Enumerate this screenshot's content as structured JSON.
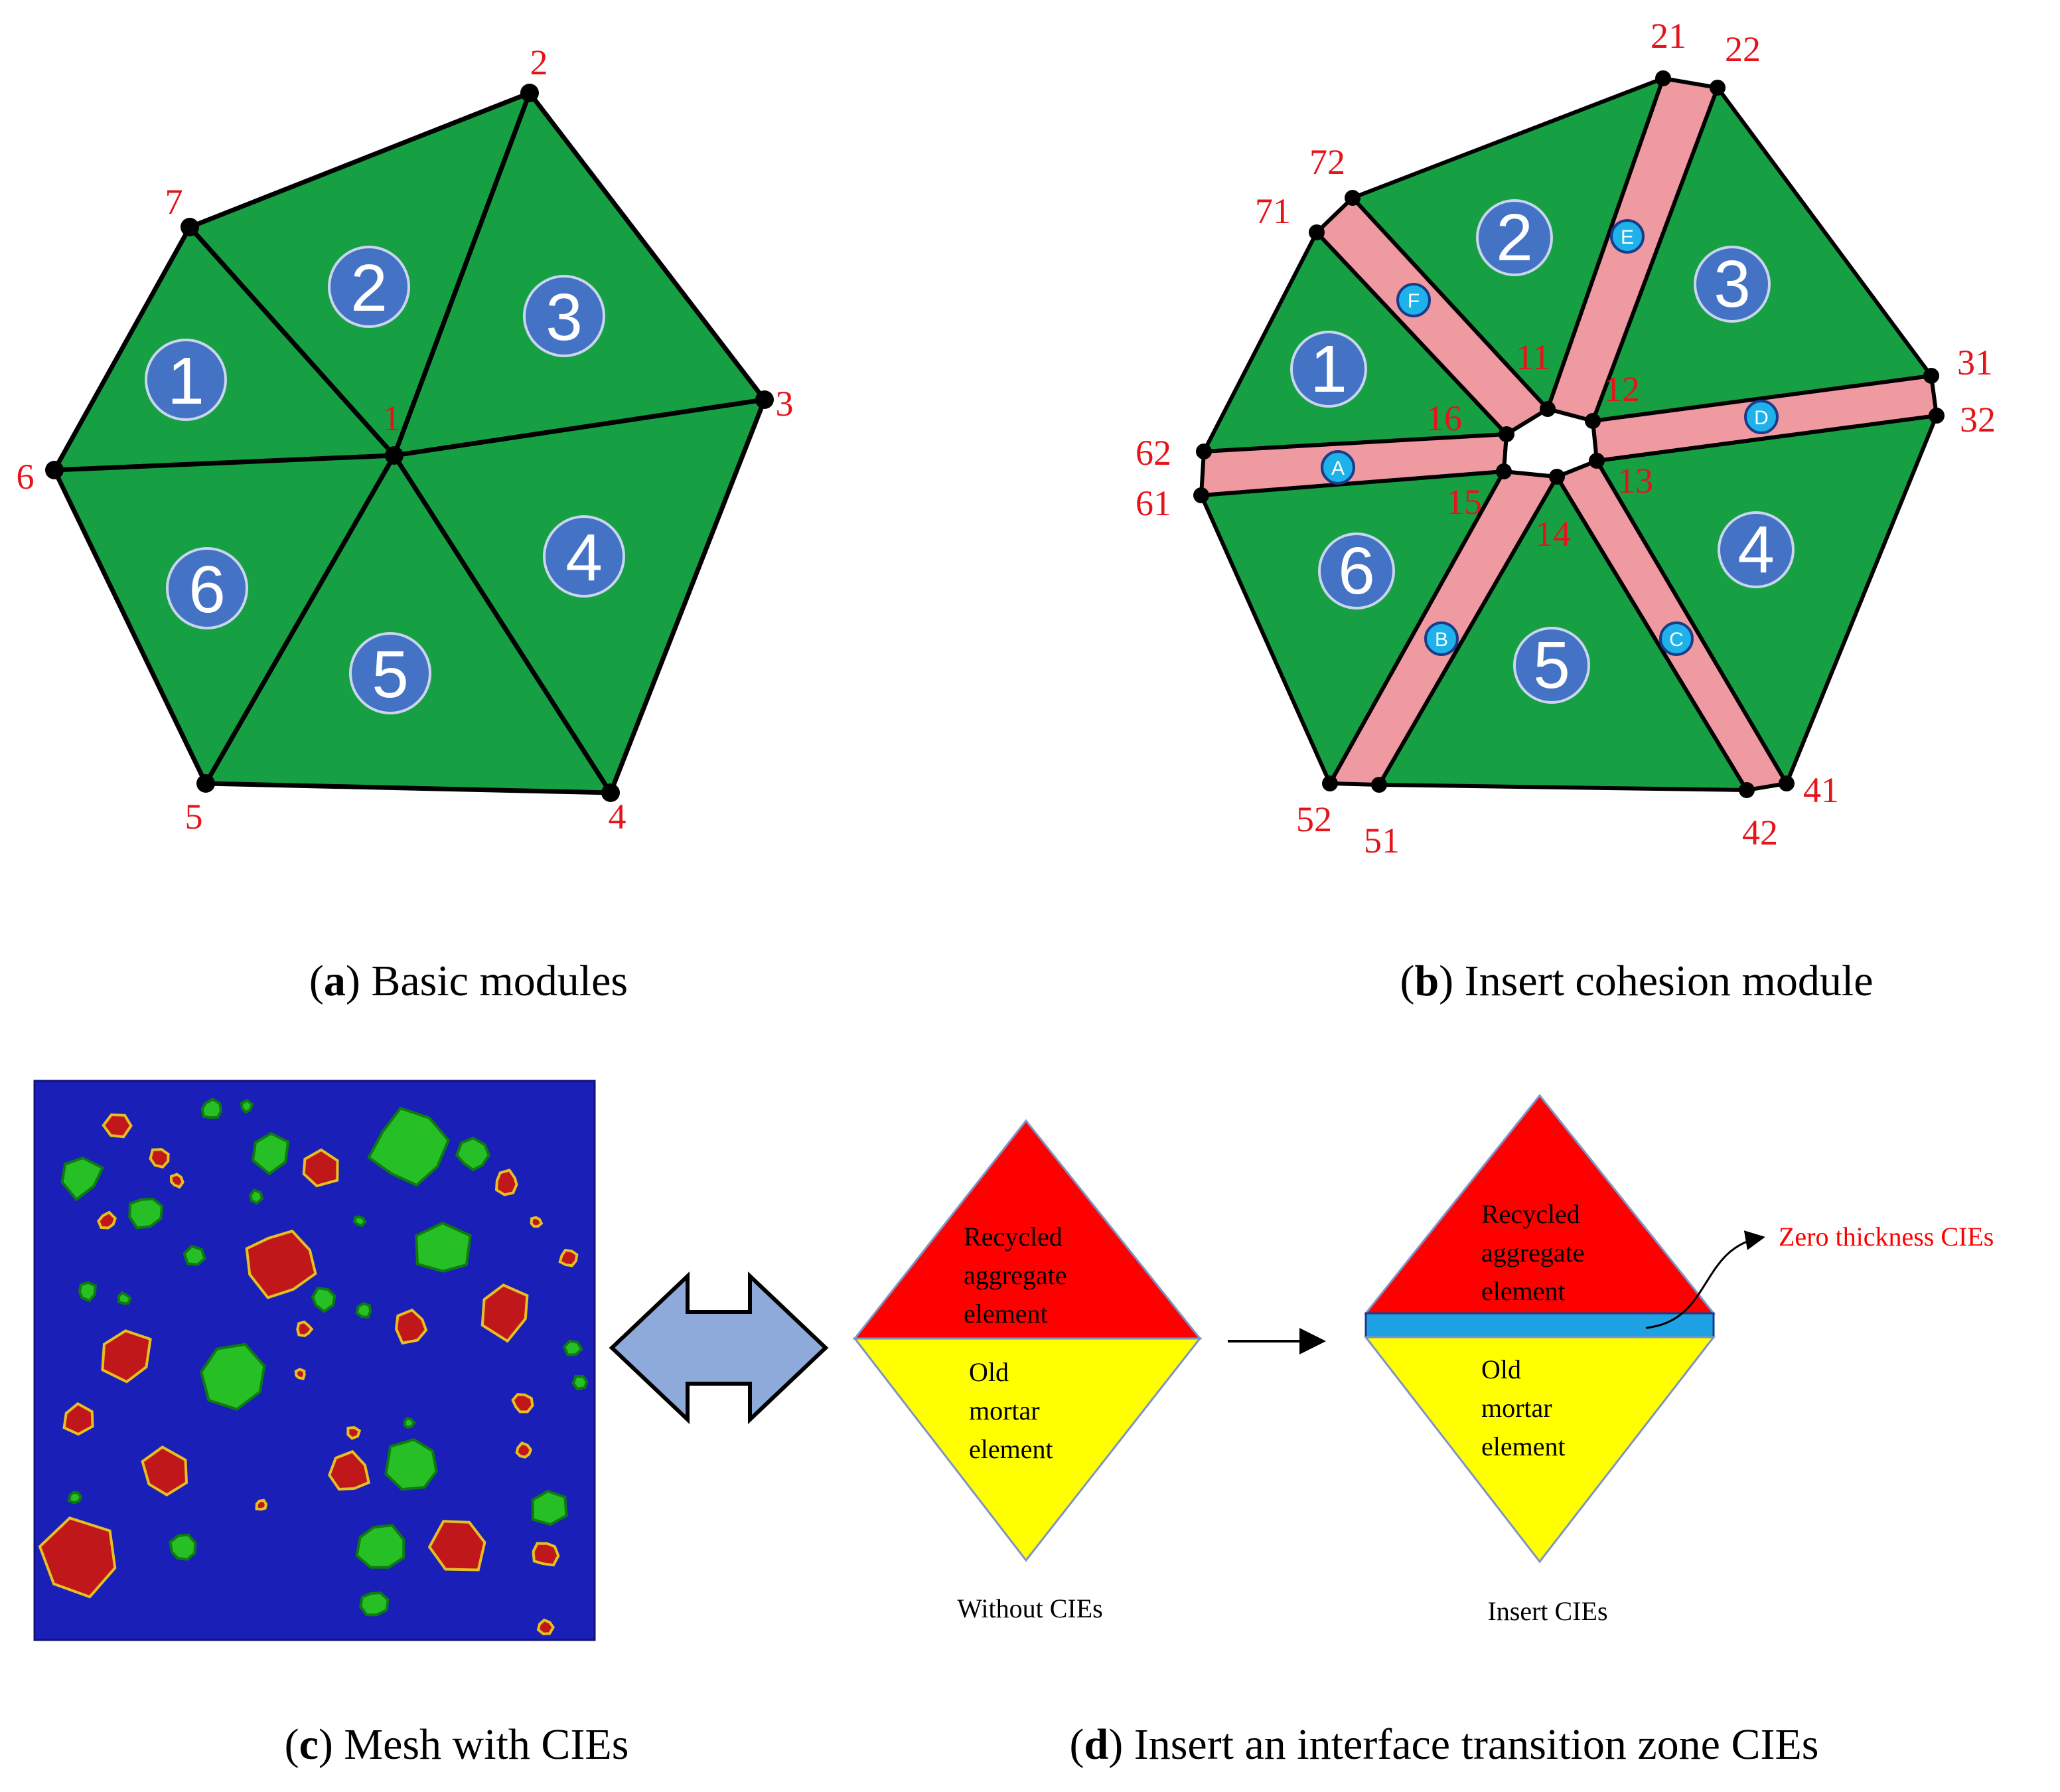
{
  "panel_a": {
    "node_labels": [
      "1",
      "2",
      "3",
      "4",
      "5",
      "6",
      "7"
    ],
    "triangle_numbers": [
      "1",
      "2",
      "3",
      "4",
      "5",
      "6"
    ],
    "caption": {
      "letter": "a",
      "text": "Basic modules"
    }
  },
  "panel_b": {
    "node_labels": [
      "11",
      "12",
      "13",
      "14",
      "15",
      "16",
      "21",
      "22",
      "31",
      "32",
      "41",
      "42",
      "51",
      "52",
      "61",
      "62",
      "71",
      "72"
    ],
    "triangle_numbers": [
      "1",
      "2",
      "3",
      "4",
      "5",
      "6"
    ],
    "cohesive_labels": [
      "A",
      "B",
      "C",
      "D",
      "E",
      "F"
    ],
    "caption": {
      "letter": "b",
      "text": "Insert cohesion module"
    }
  },
  "panel_c": {
    "caption": {
      "letter": "c",
      "text": "Mesh with CIEs"
    }
  },
  "panel_d": {
    "left": {
      "top_lines": [
        "Recycled",
        "aggregate",
        "element"
      ],
      "bottom_lines": [
        "Old",
        "mortar",
        "element"
      ],
      "label": "Without CIEs"
    },
    "right": {
      "top_lines": [
        "Recycled",
        "aggregate",
        "element"
      ],
      "bottom_lines": [
        "Old",
        "mortar",
        "element"
      ],
      "label": "Insert CIEs",
      "callout": "Zero thickness CIEs"
    },
    "caption": {
      "letter": "d",
      "text": "Insert an interface transition zone CIEs"
    }
  },
  "colors": {
    "element_green": "#17a043",
    "circle_blue": "#4472c4",
    "cohesive_pink": "#ee9aa0",
    "badge_cyan": "#1eb1ea",
    "label_red": "#e5141b",
    "mesh_blue": "#1a1fb8",
    "aggregate_red": "#c0181a",
    "aggregate_green": "#26c026",
    "arrow_fill": "#8eaadb",
    "diamond_red": "#ff0000",
    "diamond_yellow": "#ffff00",
    "cie_blue": "#1ea2e4"
  }
}
